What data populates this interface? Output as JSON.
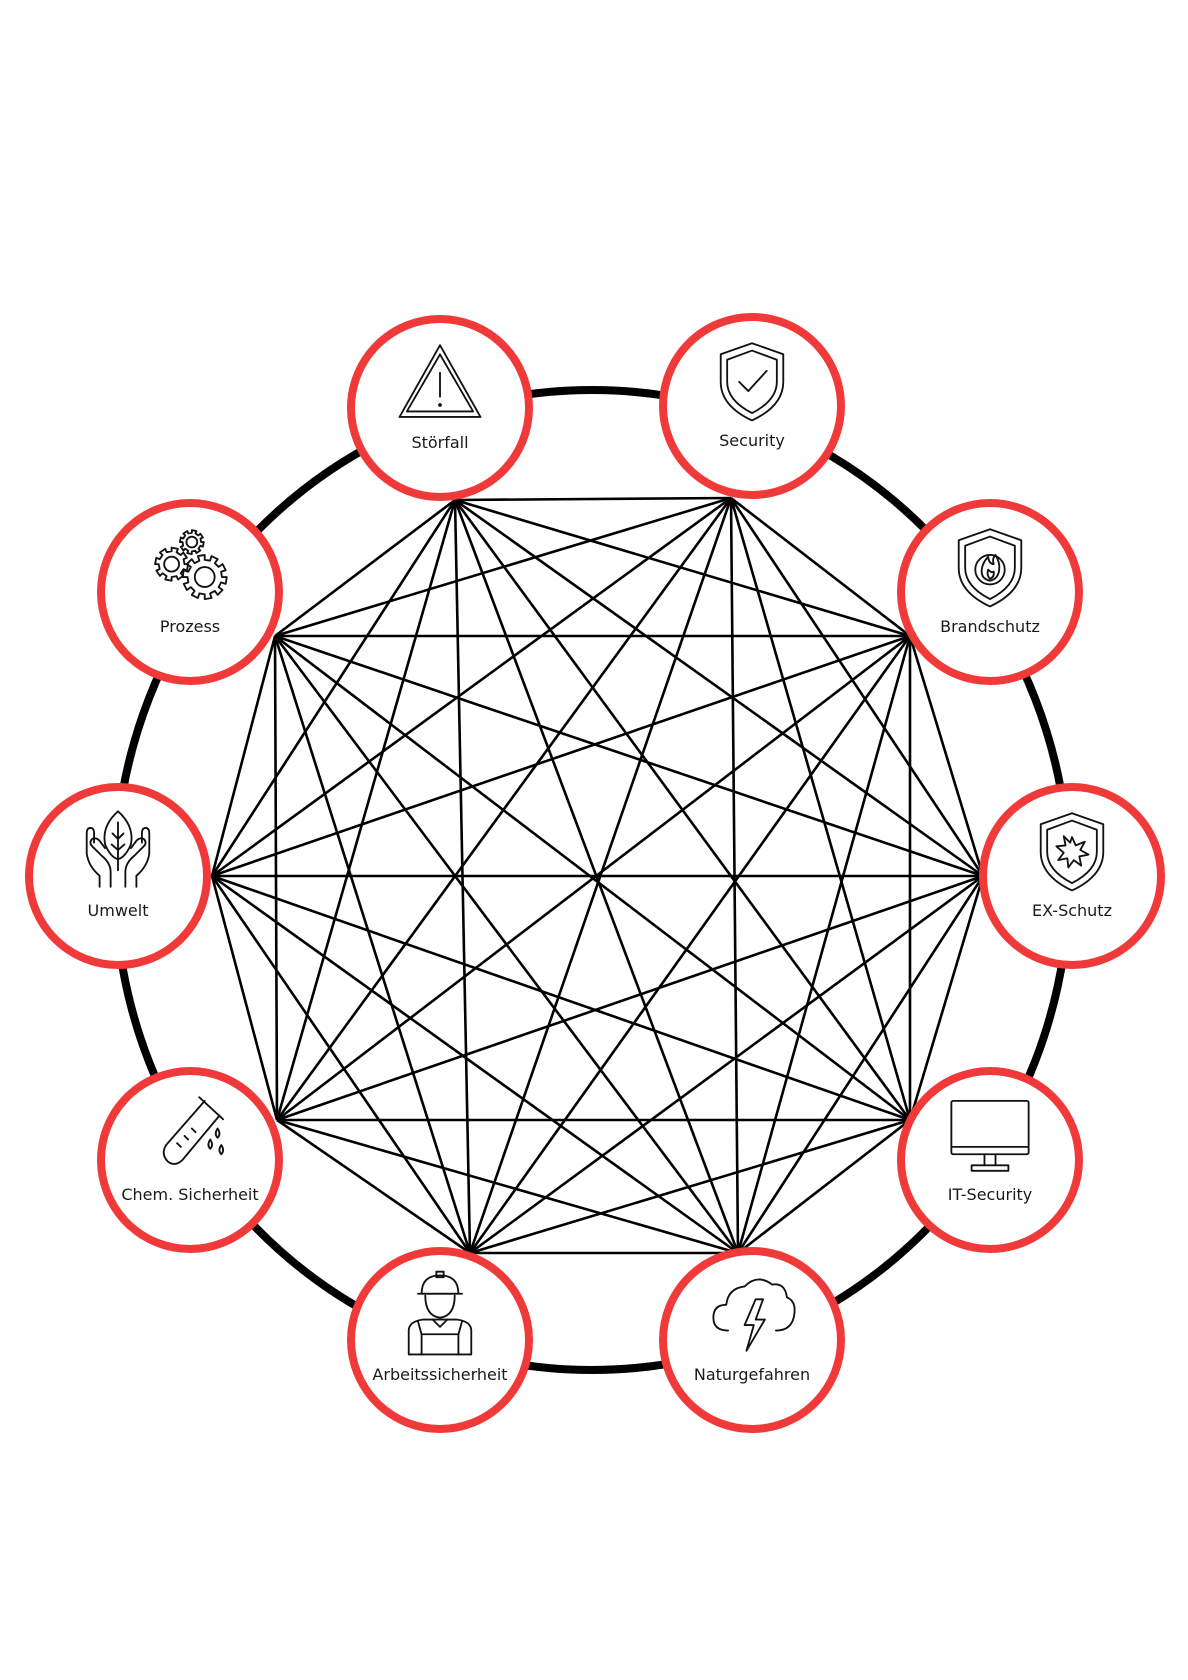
{
  "colors": {
    "background": "#ffffff",
    "ring": "#000000",
    "mesh_lines": "#000000",
    "node_border": "#f03a3a",
    "node_fill": "#ffffff",
    "icon": "#111111",
    "label": "#1a1a1a"
  },
  "nodes": [
    {
      "id": "stoerfall",
      "label": "Störfall",
      "icon": "warning-triangle-icon"
    },
    {
      "id": "security",
      "label": "Security",
      "icon": "shield-check-icon"
    },
    {
      "id": "brandschutz",
      "label": "Brandschutz",
      "icon": "shield-flame-icon"
    },
    {
      "id": "ex-schutz",
      "label": "EX-Schutz",
      "icon": "shield-explosion-icon"
    },
    {
      "id": "it-security",
      "label": "IT-Security",
      "icon": "monitor-icon"
    },
    {
      "id": "naturgefahren",
      "label": "Naturgefahren",
      "icon": "storm-cloud-icon"
    },
    {
      "id": "arbeitssicherheit",
      "label": "Arbeitssicherheit",
      "icon": "construction-worker-icon"
    },
    {
      "id": "chem-sicherheit",
      "label": "Chem. Sicherheit",
      "icon": "test-tube-icon"
    },
    {
      "id": "umwelt",
      "label": "Umwelt",
      "icon": "hands-leaf-icon"
    },
    {
      "id": "prozess",
      "label": "Prozess",
      "icon": "gears-icon"
    }
  ],
  "connections": "all-to-all"
}
